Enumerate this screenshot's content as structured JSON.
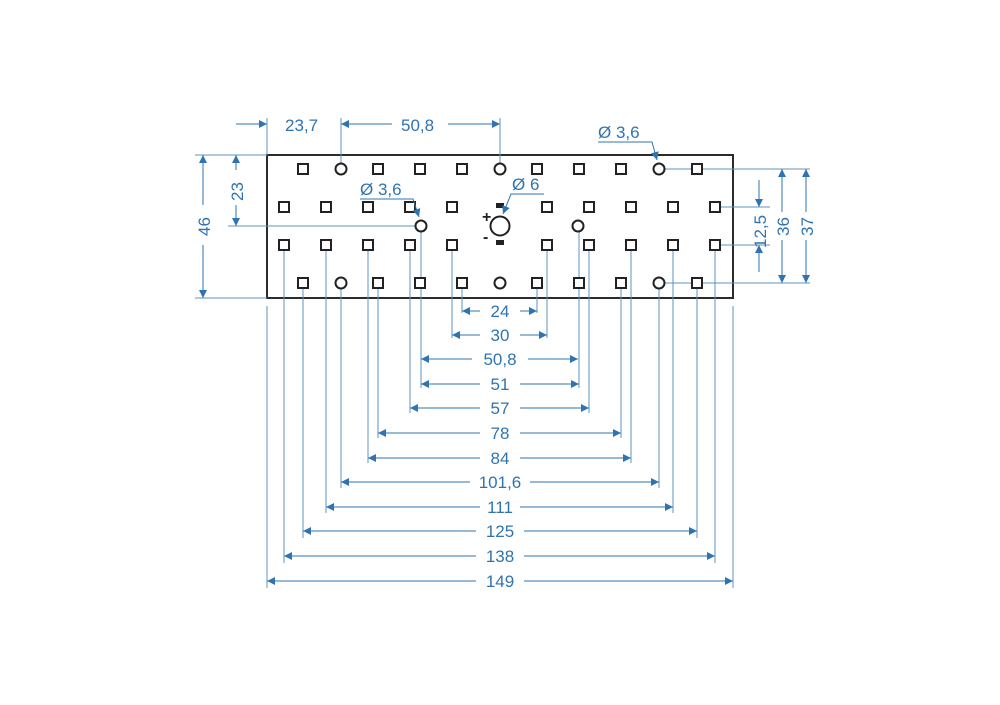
{
  "drawing": {
    "top_dims": {
      "left_offset": "23,7",
      "hole_pitch": "50,8",
      "hole_dia_top": "Ø 3,6"
    },
    "left_dims": {
      "height": "46",
      "half_height": "23"
    },
    "center_hole": {
      "dia": "Ø 6",
      "plus": "+",
      "minus": "-"
    },
    "mid_hole_dia": "Ø 3,6",
    "right_dims": {
      "row_pitch": "12,5",
      "outer_sq": "36",
      "outer_holes": "37"
    },
    "bottom_dims": [
      "24",
      "30",
      "50,8",
      "51",
      "57",
      "78",
      "84",
      "101,6",
      "111",
      "125",
      "138",
      "149"
    ]
  },
  "colors": {
    "dimension": "#2f74b0",
    "outline": "#2b2b2b"
  }
}
